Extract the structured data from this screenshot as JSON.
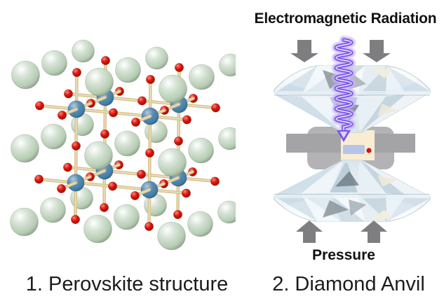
{
  "figure": {
    "left": {
      "caption": "1. Perovskite structure",
      "colors": {
        "a_site": "#b5ccb2",
        "b_site": "#3e7aa6",
        "oxygen": "#e21408",
        "bond": "#d8c48f"
      }
    },
    "right": {
      "caption": "2. Diamond Anvil",
      "labels": {
        "top": "Electromagnetic Radiation",
        "bottom": "Pressure"
      },
      "colors": {
        "radiation": "#7d52e8",
        "radiation_glow": "#c7b3f6",
        "radiation_core": "#e8ecfc",
        "arrows": "#7e7e81",
        "gasket": "#a4a4a7",
        "seat": "#b3b3b6",
        "chamber": "#f8edd3",
        "sample": "#b6c5e7",
        "ruby": "#d01414"
      }
    }
  }
}
